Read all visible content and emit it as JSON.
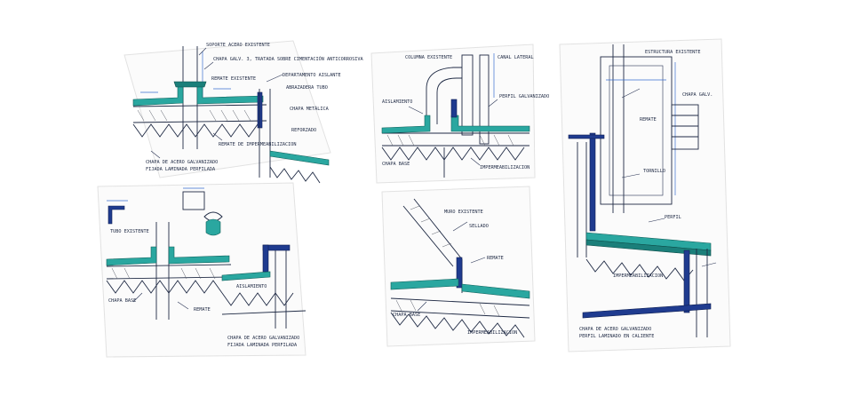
{
  "sketches": [
    {
      "id": "top-left",
      "labels": [
        "SOPORTE ACERO EXISTENTE",
        "CHAPA GALV. 3, TRATADA SOBRE CIMENTACIÓN ANTICORROSIVA",
        "REMATE EXISTENTE",
        "DEPARTAMENTO AISLANTE",
        "ABRAZADERA TUBO",
        "CHAPA METÁLICA",
        "REFORZADO",
        "REMATE DE IMPERMEABILIZACION",
        "CHAPA DE ACERO GALVANIZADO",
        "FIJADA LAMINADA PERFILADA"
      ]
    },
    {
      "id": "top-center",
      "labels": [
        "COLUMNA EXISTENTE",
        "CANAL LATERAL",
        "PERFIL GALVANIZADO",
        "AISLAMIENTO",
        "CHAPA BASE",
        "IMPERMEABILIZACION"
      ]
    },
    {
      "id": "right",
      "labels": [
        "ESTRUCTURA EXISTENTE",
        "CHAPA GALV.",
        "REMATE",
        "TORNILLO",
        "PERFIL",
        "IMPERMEABILIZACION",
        "CHAPA DE ACERO GALVANIZADO",
        "PERFIL LAMINADO EN CALIENTE"
      ]
    },
    {
      "id": "bottom-left",
      "labels": [
        "TUBO EXISTENTE",
        "CHAPA BASE",
        "REMATE",
        "AISLAMIENTO",
        "CHAPA DE ACERO GALVANIZADO",
        "FIJADA LAMINADA PERFILADA"
      ]
    },
    {
      "id": "bottom-center",
      "labels": [
        "MURO EXISTENTE",
        "SELLADO",
        "REMATE",
        "CHAPA BASE",
        "IMPERMEABILIZACION"
      ]
    }
  ],
  "colors": {
    "ink": "#1f2a44",
    "dimension": "#3a6fd1",
    "membrane": "#2aa7a0",
    "membrane_dark": "#1b7f7a",
    "flashing": "#1f3b8f"
  }
}
